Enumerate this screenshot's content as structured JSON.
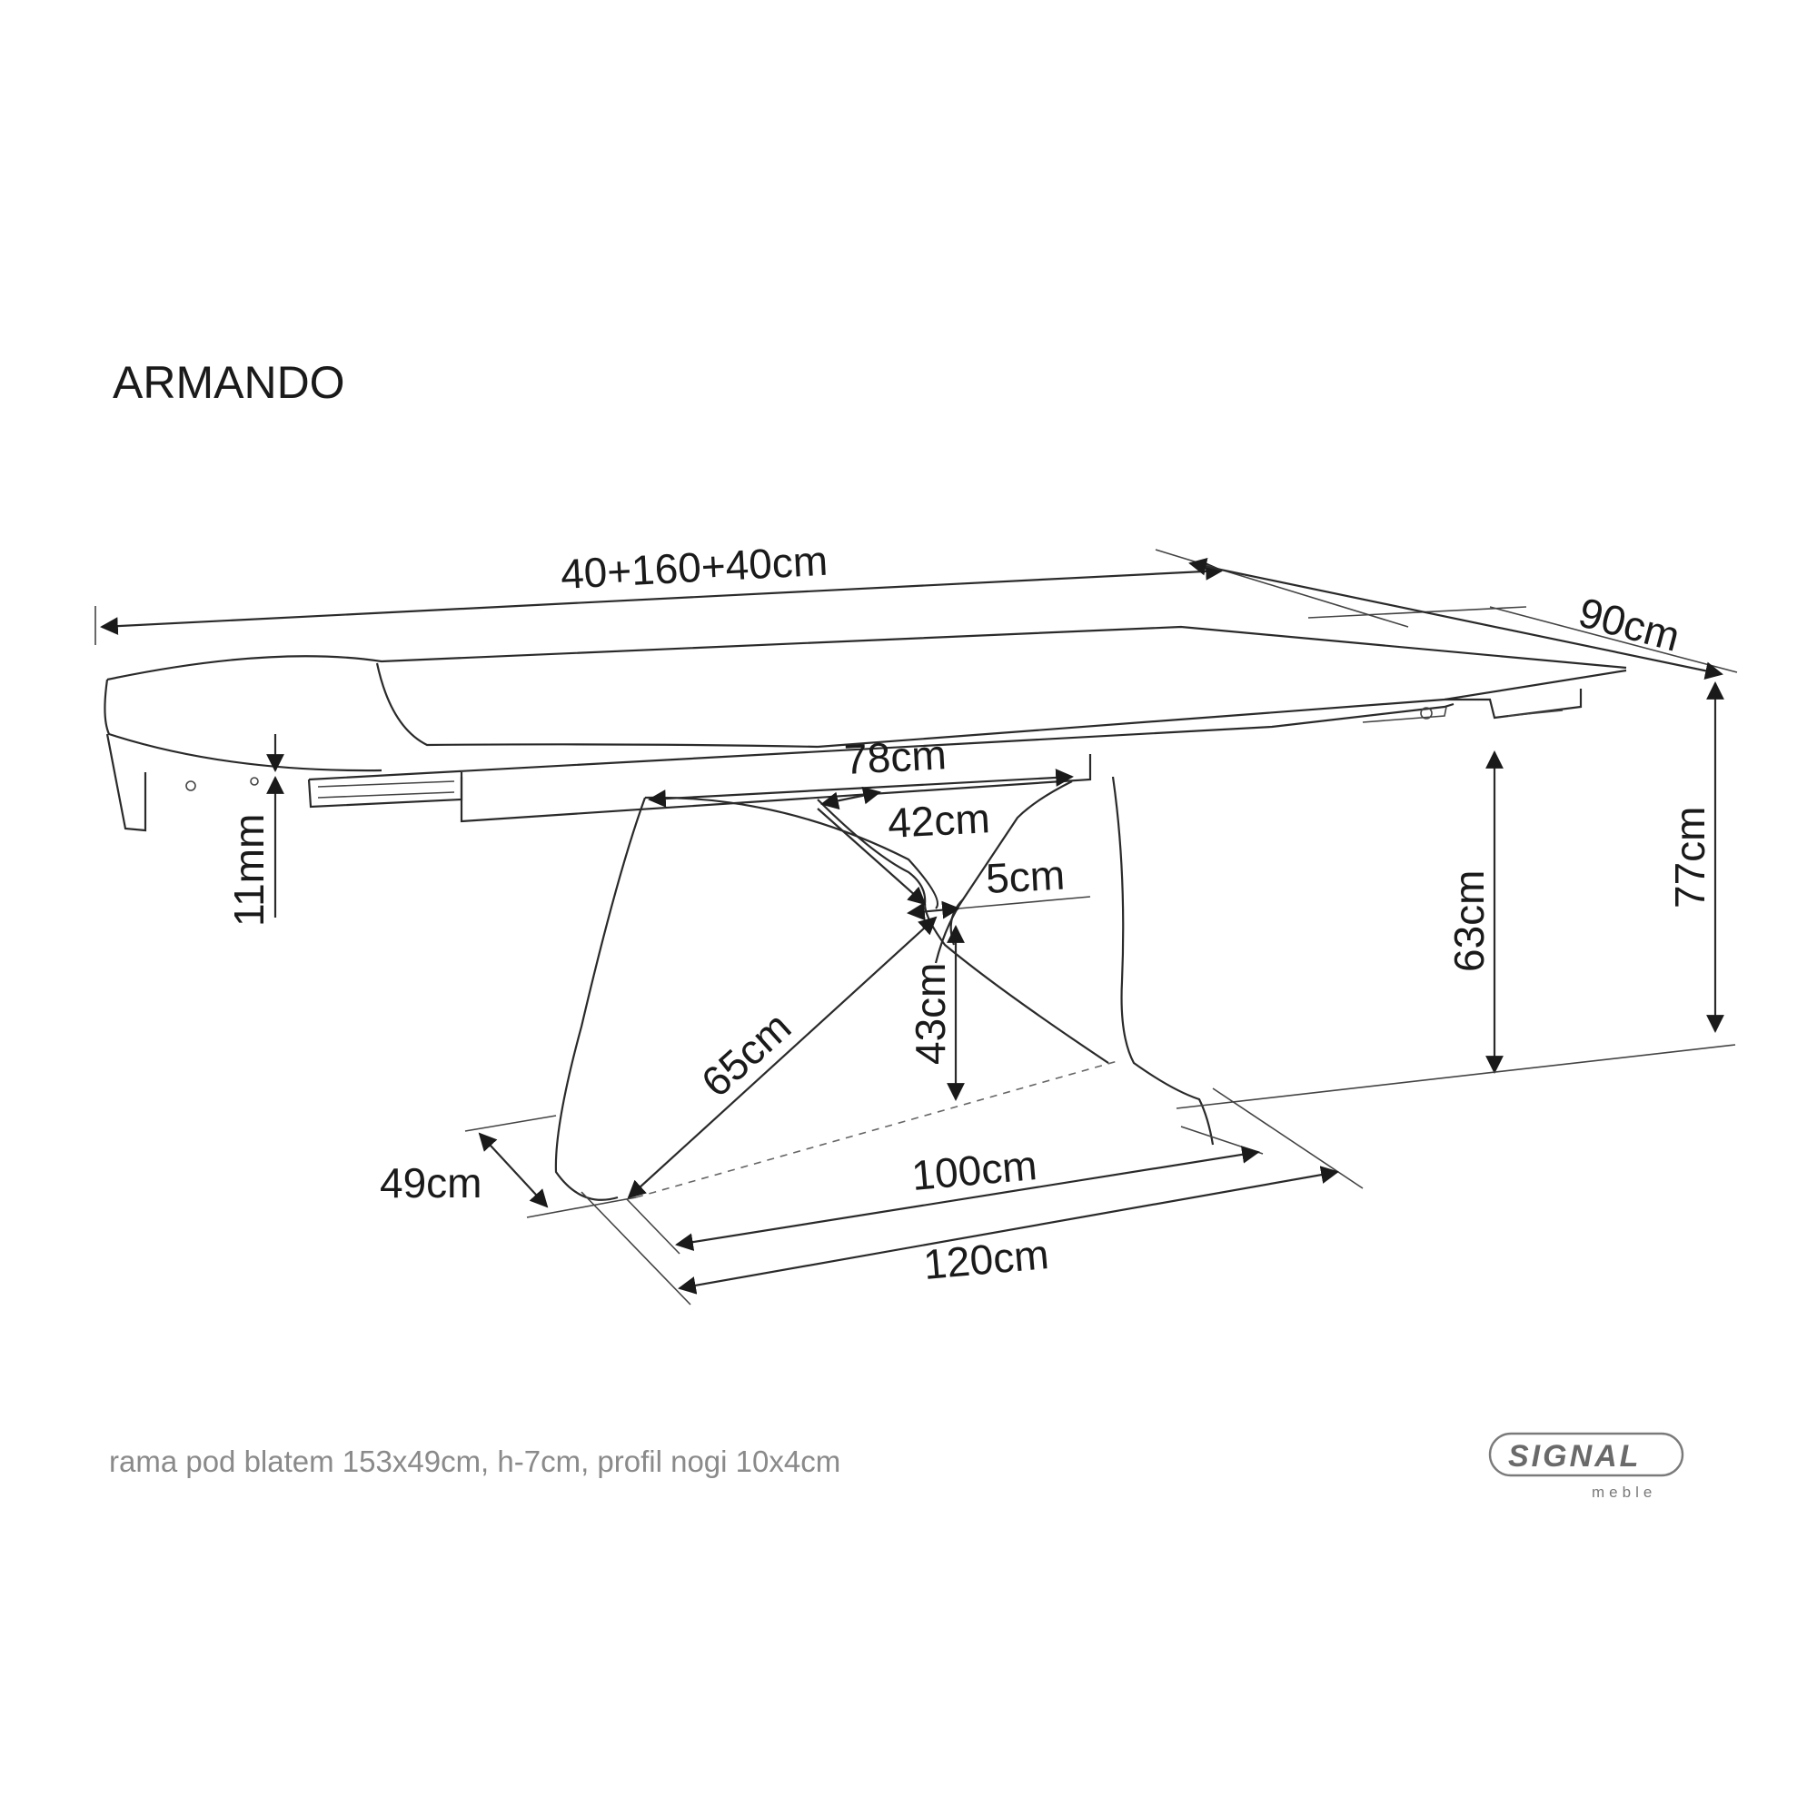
{
  "title": "ARMANDO",
  "note": "rama pod blatem 153x49cm, h-7cm, profil nogi 10x4cm",
  "logo": {
    "main": "SIGNAL",
    "sub": "meble"
  },
  "dimensions": {
    "length": "40+160+40cm",
    "depth": "90cm",
    "top_thickness": "11mm",
    "frame_width": "78cm",
    "inner_width": "42cm",
    "leg_profile": "5cm",
    "base_height": "63cm",
    "total_height": "77cm",
    "leg_diagonal": "65cm",
    "leg_height": "43cm",
    "foot_depth": "49cm",
    "foot_inner": "100cm",
    "foot_outer": "120cm"
  }
}
